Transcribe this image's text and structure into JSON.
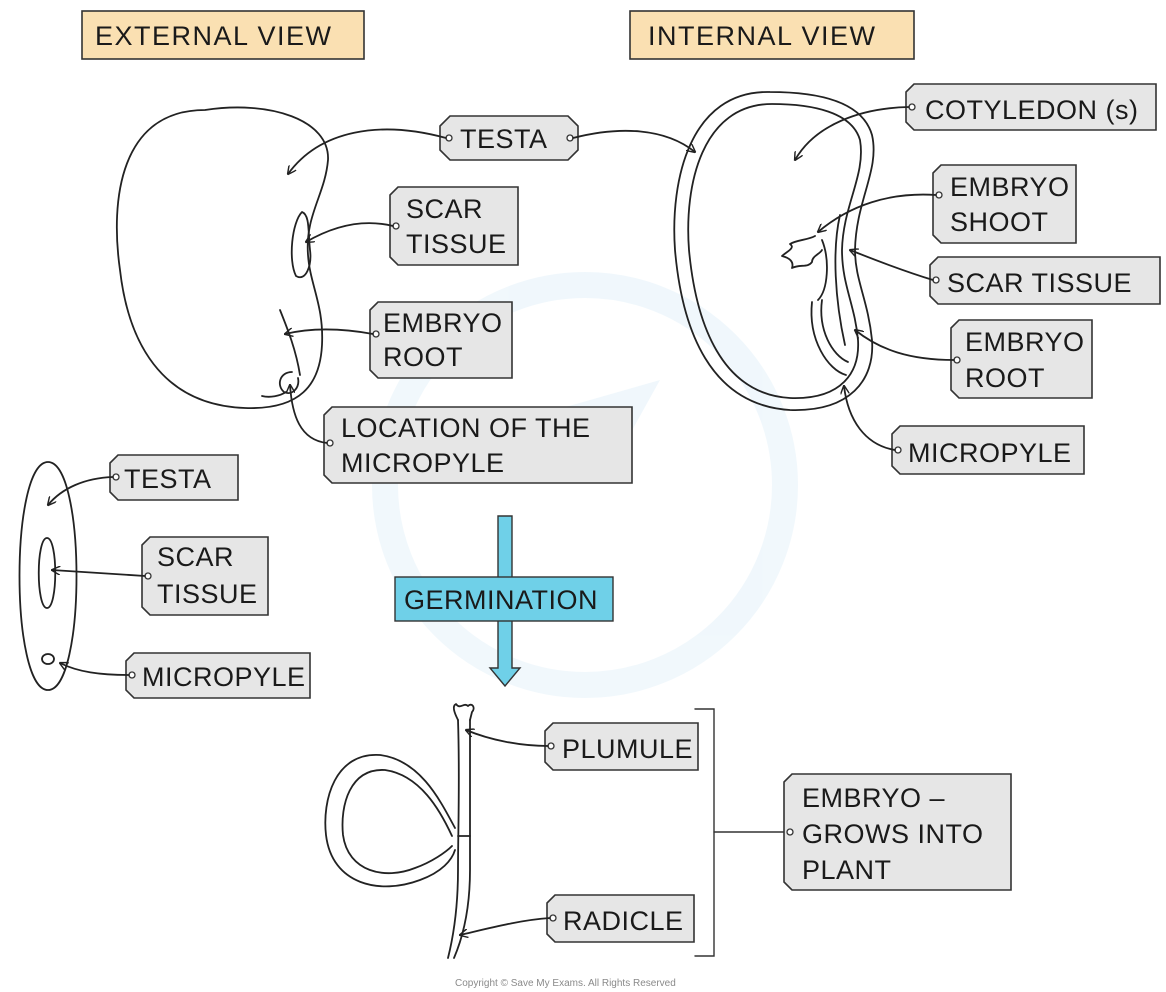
{
  "headers": {
    "external": "EXTERNAL  VIEW",
    "internal": "INTERNAL  VIEW"
  },
  "external_labels": {
    "testa": "TESTA",
    "scar_1": "SCAR",
    "scar_2": "TISSUE",
    "root_1": "EMBRYO",
    "root_2": "ROOT",
    "micro_1": "LOCATION  OF  THE",
    "micro_2": "MICROPYLE"
  },
  "side_labels": {
    "testa": "TESTA",
    "scar_1": "SCAR",
    "scar_2": "TISSUE",
    "micropyle": "MICROPYLE"
  },
  "internal_labels": {
    "cotyledon": "COTYLEDON  (s)",
    "shoot_1": "EMBRYO",
    "shoot_2": "SHOOT",
    "scar": "SCAR  TISSUE",
    "root_1": "EMBRYO",
    "root_2": "ROOT",
    "micropyle": "MICROPYLE"
  },
  "process": {
    "label": "GERMINATION",
    "color": "#6fd0e8"
  },
  "germinated_labels": {
    "plumule": "PLUMULE",
    "radicle": "RADICLE",
    "embryo_1": "EMBRYO  –",
    "embryo_2": "GROWS  INTO",
    "embryo_3": "PLANT"
  },
  "copyright": "Copyright © Save My Exams. All Rights Reserved",
  "colors": {
    "header_fill": "#fae0b2",
    "tag_fill": "#e6e6e6",
    "arrow_fill": "#6fd0e8"
  }
}
